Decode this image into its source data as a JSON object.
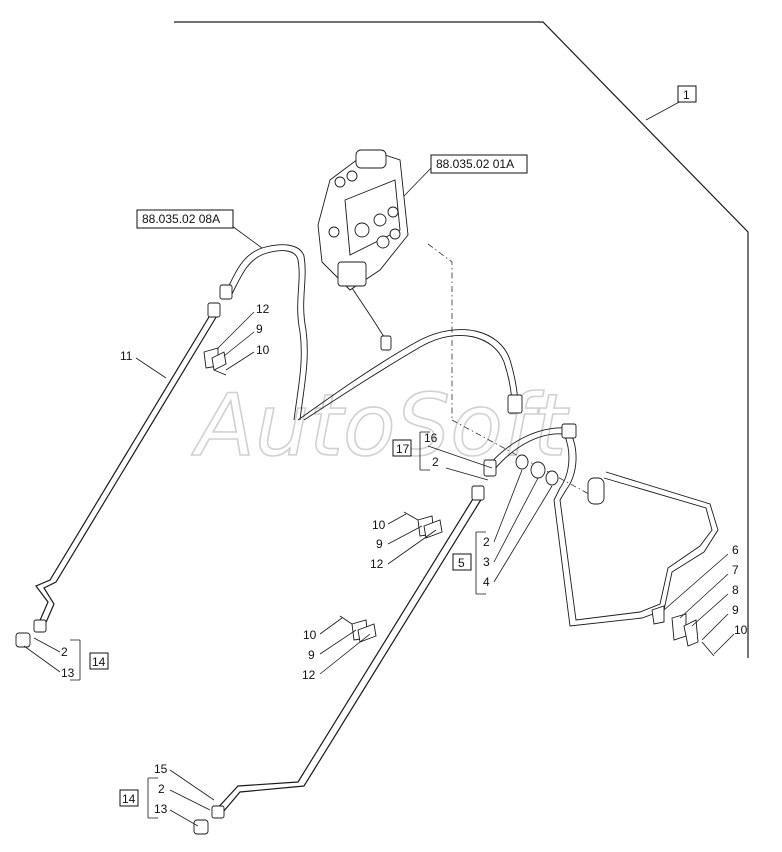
{
  "watermark": "AutoSoft",
  "refs": {
    "valve": "88.035.02 01A",
    "hose": "88.035.02 08A"
  },
  "boxed": {
    "b1": "1",
    "b17": "17",
    "b5": "5",
    "b14a": "14",
    "b14b": "14"
  },
  "labels": {
    "l12a": "12",
    "l9a": "9",
    "l10a": "10",
    "l11": "11",
    "l16": "16",
    "l2a": "2",
    "l2b": "2",
    "l3": "3",
    "l4": "4",
    "l10b": "10",
    "l9b": "9",
    "l12b": "12",
    "l10c": "10",
    "l9c": "9",
    "l12c": "12",
    "l2c": "2",
    "l13a": "13",
    "l15": "15",
    "l2d": "2",
    "l13b": "13",
    "l6": "6",
    "l7": "7",
    "l8": "8",
    "l9d": "9",
    "l10d": "10"
  }
}
